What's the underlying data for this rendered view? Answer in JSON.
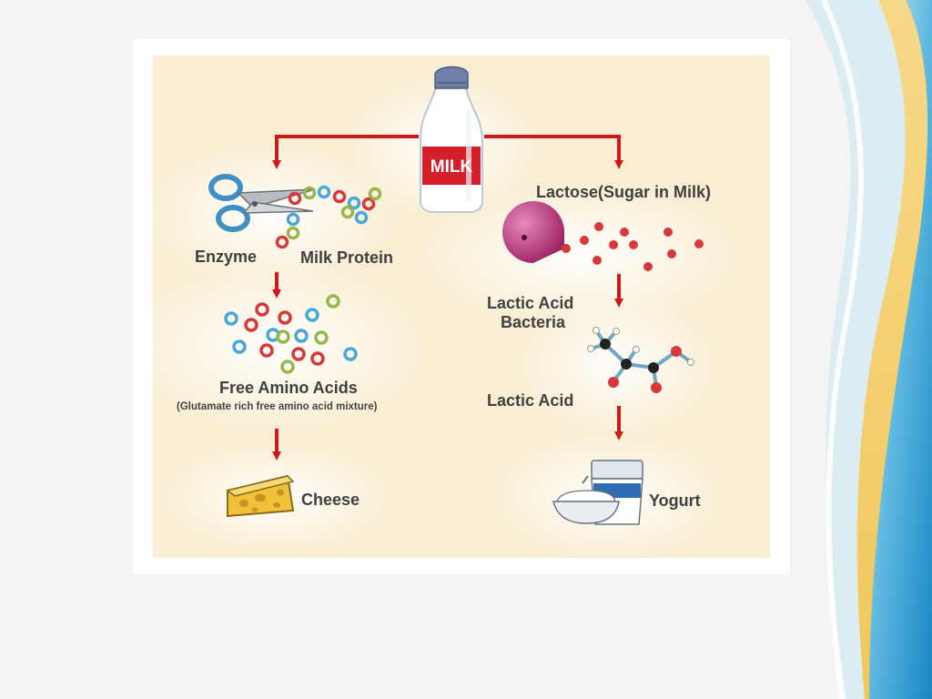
{
  "diagram": {
    "milk_label": "MILK",
    "lactose_label": "Lactose(Sugar in Milk)",
    "enzyme_label": "Enzyme",
    "milk_protein_label": "Milk Protein",
    "lactic_acid_bacteria_label_line1": "Lactic Acid",
    "lactic_acid_bacteria_label_line2": "Bacteria",
    "free_amino_acids_label": "Free Amino Acids",
    "free_amino_acids_sub": "(Glutamate rich free amino acid mixture)",
    "lactic_acid_label": "Lactic Acid",
    "cheese_label": "Cheese",
    "yogurt_label": "Yogurt"
  },
  "colors": {
    "arrow": "#cc1a1a",
    "panel": "#f9eed3",
    "bead_red": "#d8383c",
    "bead_blue": "#4aa6d6",
    "bead_green": "#96b84a",
    "bacteria": "#b8337a"
  },
  "icons": [
    "milk-bottle-icon",
    "scissors-icon",
    "bacteria-icon",
    "molecule-icon",
    "cheese-icon",
    "yogurt-icon"
  ]
}
